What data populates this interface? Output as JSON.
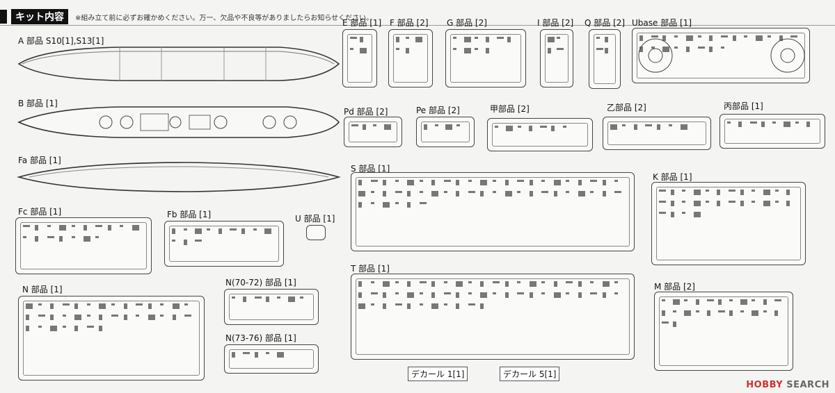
{
  "header": {
    "title": "キット内容",
    "note": "※組み立て前に必ずお確かめください。万一、欠品や不良等がありましたらお知らせください。"
  },
  "labels": {
    "A": "A 部品 S10[1],S13[1]",
    "B": "B 部品 [1]",
    "Fa": "Fa 部品 [1]",
    "Fc": "Fc 部品 [1]",
    "Fb": "Fb 部品 [1]",
    "U": "U 部品 [1]",
    "N": "N 部品 [1]",
    "N7072": "N(70-72) 部品 [1]",
    "N7376": "N(73-76) 部品 [1]",
    "E": "E 部品 [1]",
    "F": "F 部品 [2]",
    "G": "G 部品 [2]",
    "I": "I 部品 [2]",
    "Q": "Q 部品 [2]",
    "Ubase": "Ubase 部品 [1]",
    "Pd": "Pd 部品 [2]",
    "Pe": "Pe 部品 [2]",
    "Kou": "甲部品 [2]",
    "Otsu": "乙部品 [2]",
    "Hei": "丙部品 [1]",
    "S": "S 部品 [1]",
    "K": "K 部品 [1]",
    "T": "T 部品 [1]",
    "M": "M 部品 [2]"
  },
  "decals": {
    "d1": "デカール 1[1]",
    "d5": "デカール 5[1]"
  },
  "watermark": {
    "brand": "HOBBY",
    "suffix": "SEARCH"
  }
}
